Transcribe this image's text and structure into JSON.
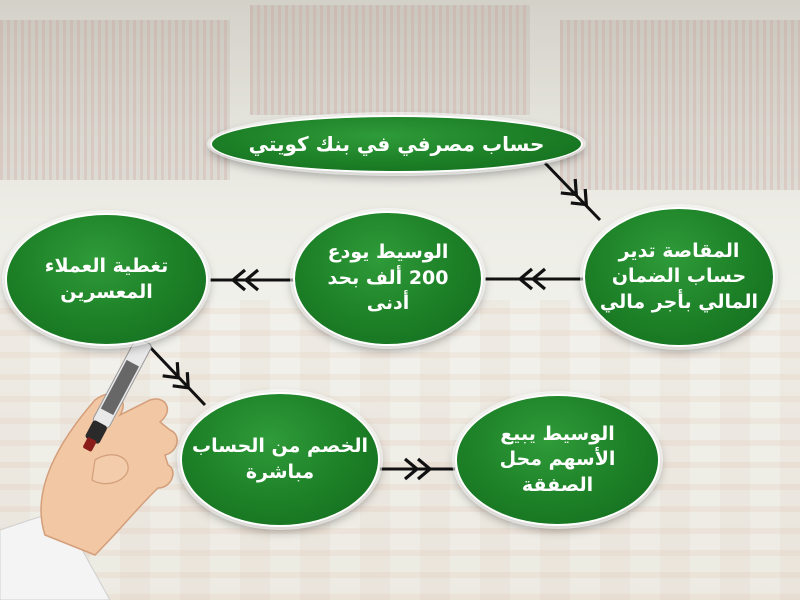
{
  "nodes": {
    "bank_account": "حساب مصرفي في بنك كويتي",
    "clearing": "المقاصة تدير حساب الضمان المالي بأجر مالي",
    "broker_deposit": "الوسيط يودع 200 ألف بحد أدنى",
    "cover_losers": "تغطية العملاء المعسرين",
    "direct_debit": "الخصم من الحساب مباشرة",
    "broker_sells": "الوسيط يبيع الأسهم محل الصفقة"
  },
  "colors": {
    "node_fill": "#1c7f26",
    "node_border": "#ffffff",
    "arrow": "#111111"
  }
}
